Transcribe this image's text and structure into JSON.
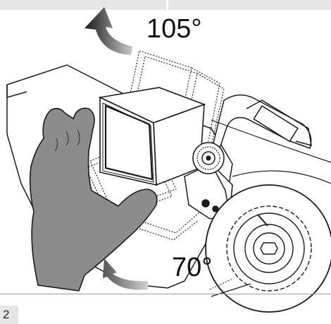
{
  "figure": {
    "number": "2",
    "angle_up": "105°",
    "angle_down": "70°"
  },
  "colors": {
    "hand_fill": "#8c8c8c",
    "line": "#1a1a1a",
    "arrow_gray": "#8f8f8f",
    "panel_gray": "#e6e6e6"
  },
  "icons": [
    "rotate-up-arrow-icon",
    "rotate-down-arrow-icon",
    "hand-illustration",
    "camera-unit-illustration",
    "gear-wheel-illustration"
  ]
}
